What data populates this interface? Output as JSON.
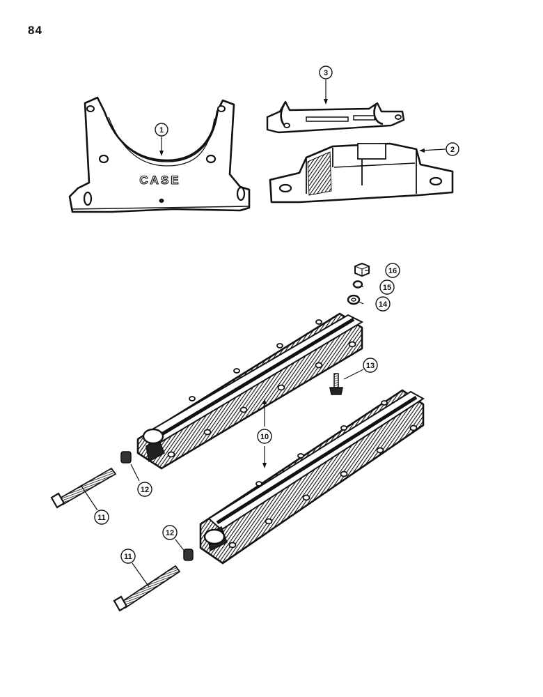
{
  "page": {
    "number": "84"
  },
  "parts": {
    "mount_front": {
      "callout": "1",
      "casting_text": "CASE"
    },
    "mount_rear_lower": {
      "callout": "2"
    },
    "mount_rear_upper": {
      "callout": "3"
    },
    "rail": {
      "callout": "10"
    },
    "bolt_upper": {
      "callout": "11"
    },
    "bolt_lower": {
      "callout": "11"
    },
    "spacer_upper": {
      "callout": "12"
    },
    "spacer_lower": {
      "callout": "12"
    },
    "cap_screw": {
      "callout": "13"
    },
    "flat_washer": {
      "callout": "14"
    },
    "lock_washer": {
      "callout": "15"
    },
    "nut": {
      "callout": "16"
    }
  },
  "colors": {
    "ink": "#111111",
    "paper": "#ffffff",
    "shade": "#2a2a2a"
  }
}
